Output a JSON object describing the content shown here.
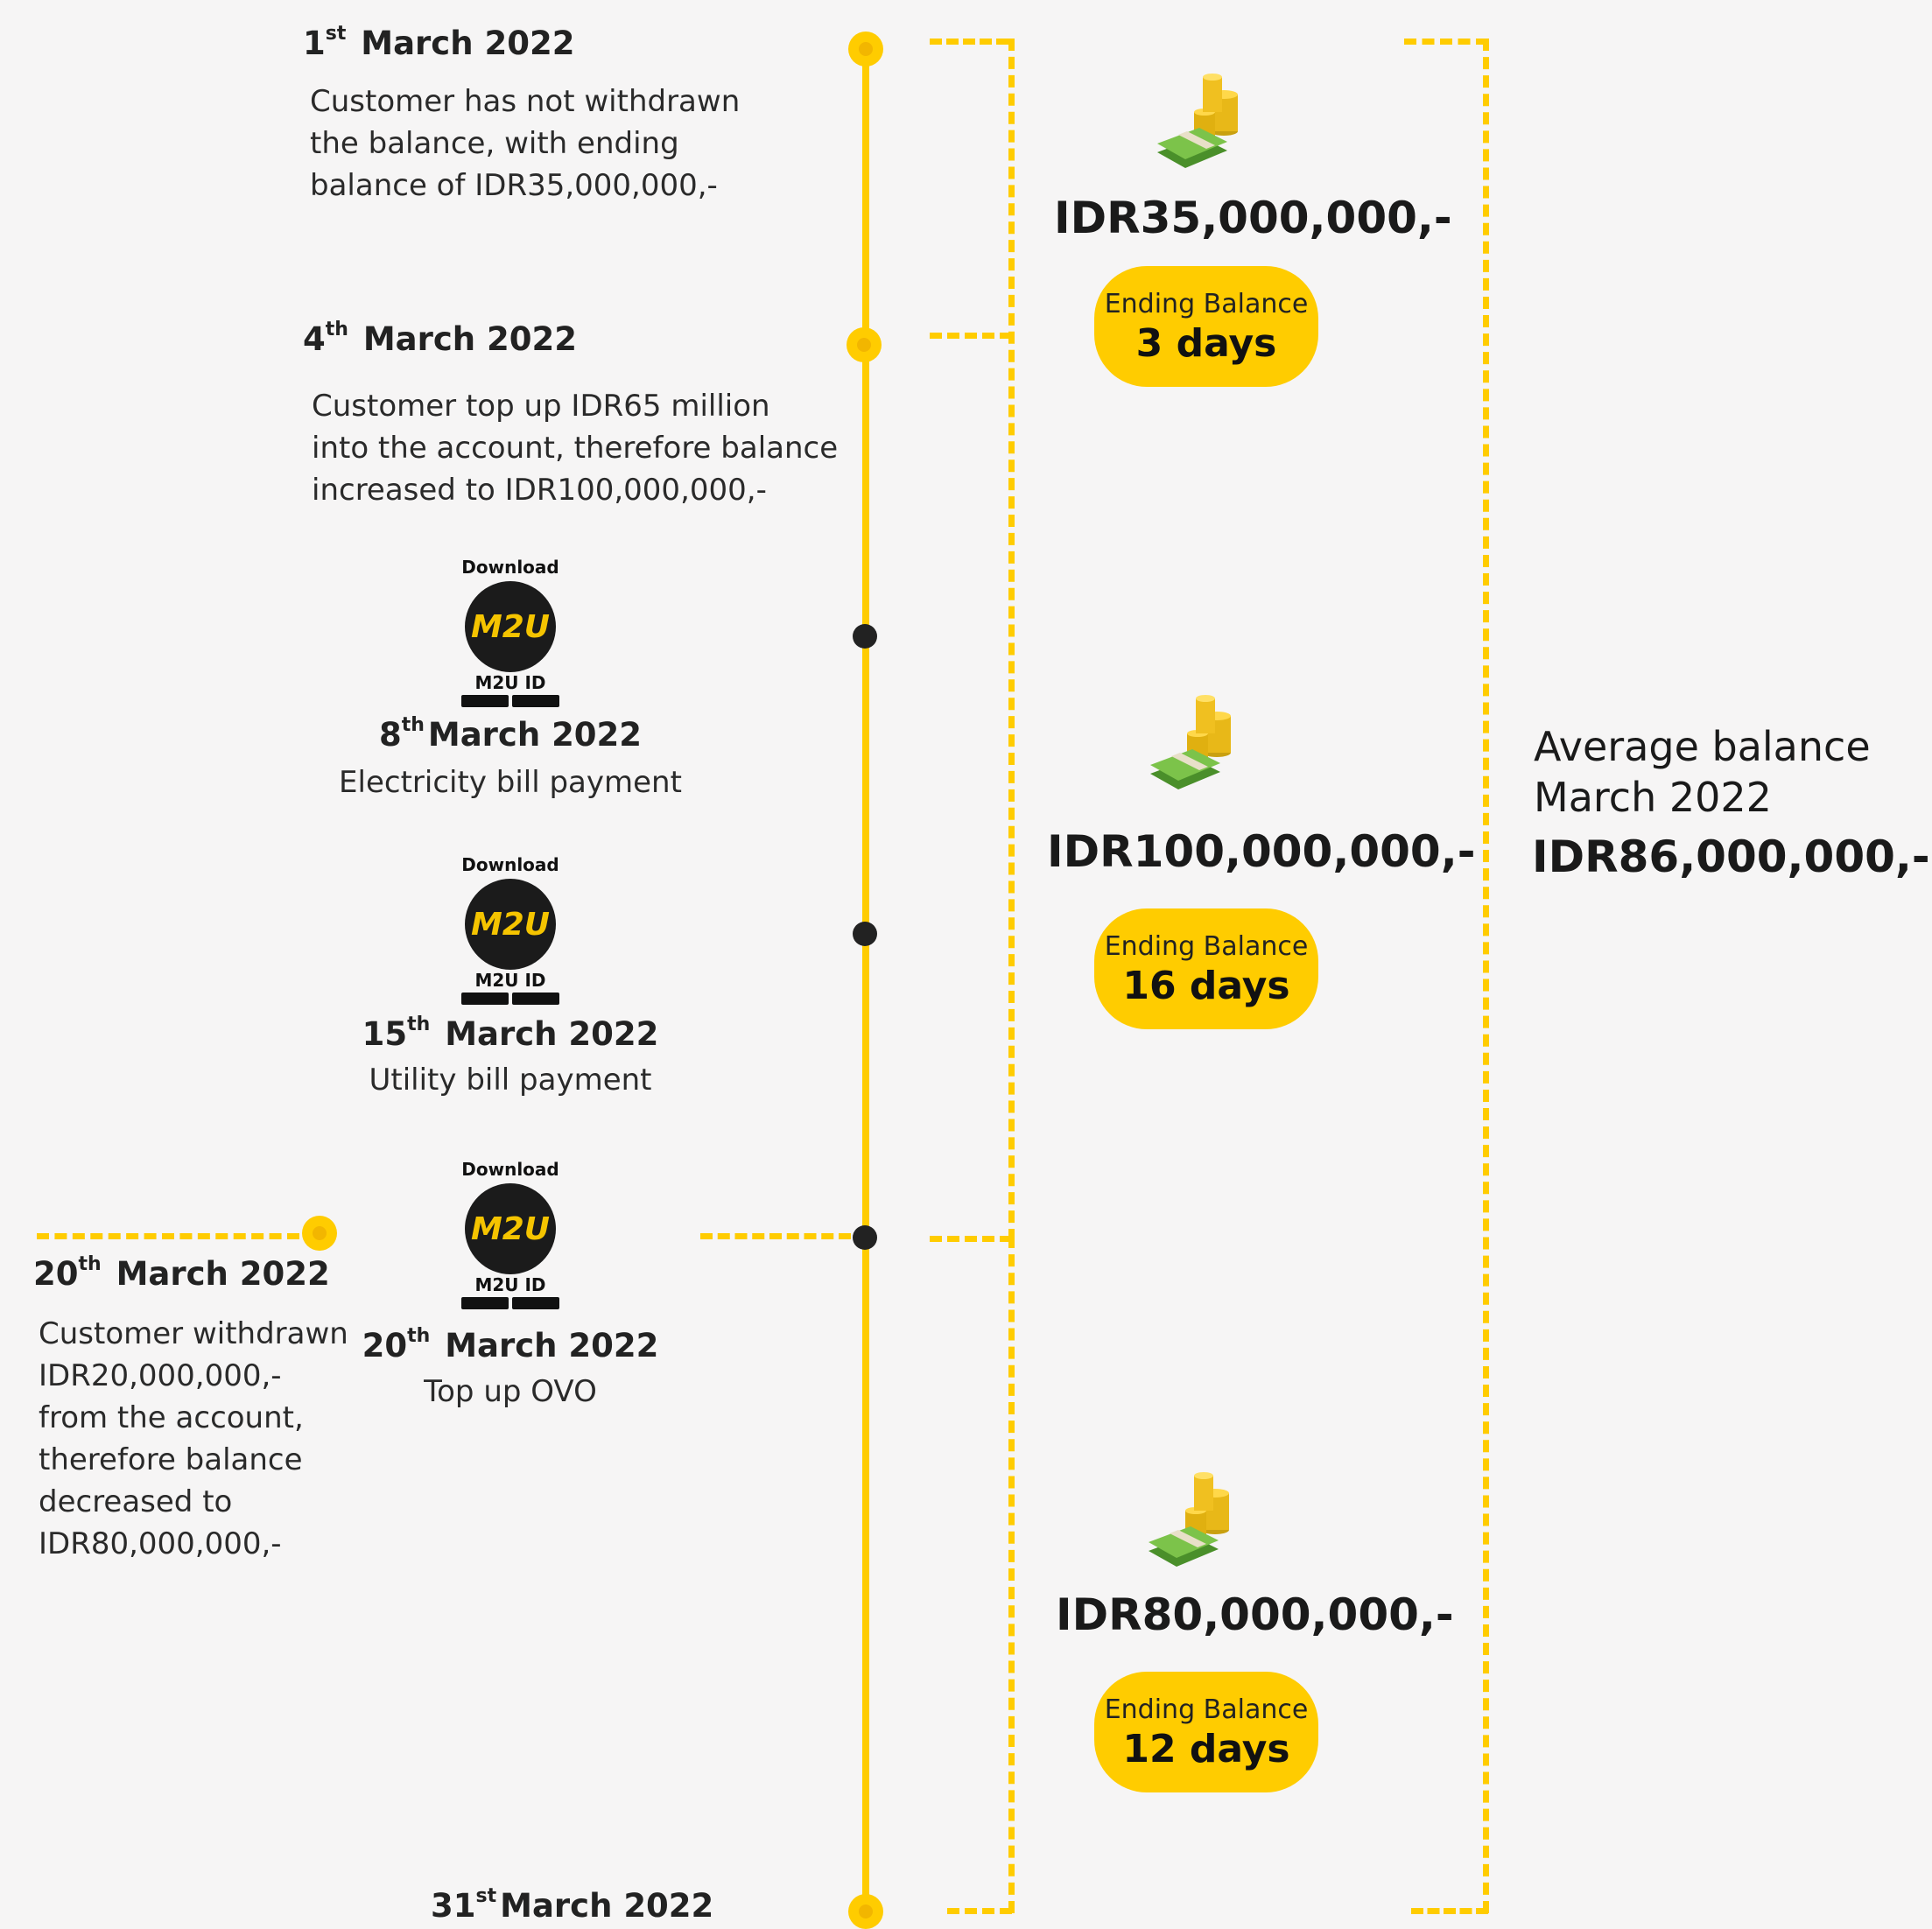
{
  "events": [
    {
      "day": "1",
      "suffix": "st",
      "month_year": "March 2022",
      "lines": [
        "Customer has not withdrawn",
        "the balance, with ending",
        "balance of IDR35,000,000,-"
      ]
    },
    {
      "day": "4",
      "suffix": "th",
      "month_year": "March 2022",
      "lines": [
        "Customer top up IDR65 million",
        "into the account, therefore balance",
        "increased to IDR100,000,000,-"
      ]
    },
    {
      "day": "8",
      "suffix": "th",
      "month_year": "March 2022",
      "lines": [
        "Electricity bill payment"
      ]
    },
    {
      "day": "15",
      "suffix": "th",
      "month_year": "March 2022",
      "lines": [
        "Utility bill payment"
      ]
    },
    {
      "day": "20",
      "suffix": "th",
      "month_year": "March 2022",
      "lines": [
        "Top up OVO"
      ]
    },
    {
      "day": "20",
      "suffix": "th",
      "month_year": "March 2022",
      "lines": [
        "Customer withdrawn",
        "IDR20,000,000,-",
        "from  the account,",
        "therefore  balance",
        "decreased to",
        "IDR80,000,000,-"
      ]
    },
    {
      "day": "31",
      "suffix": "st",
      "month_year": "March 2022",
      "lines": []
    }
  ],
  "app_badge": {
    "download": "Download",
    "logo": "M2U",
    "name": "M2U ID"
  },
  "balances": [
    {
      "amount": "IDR35,000,000,-",
      "label": "Ending Balance",
      "days": "3 days"
    },
    {
      "amount": "IDR100,000,000,-",
      "label": "Ending Balance",
      "days": "16 days"
    },
    {
      "amount": "IDR80,000,000,-",
      "label": "Ending Balance",
      "days": "12 days"
    }
  ],
  "average": {
    "line1": "Average balance",
    "line2": "March 2022",
    "amount": "IDR86,000,000,-"
  },
  "colors": {
    "accent": "#ffcc00",
    "node_dark": "#222222",
    "background": "#f6f5f5"
  }
}
